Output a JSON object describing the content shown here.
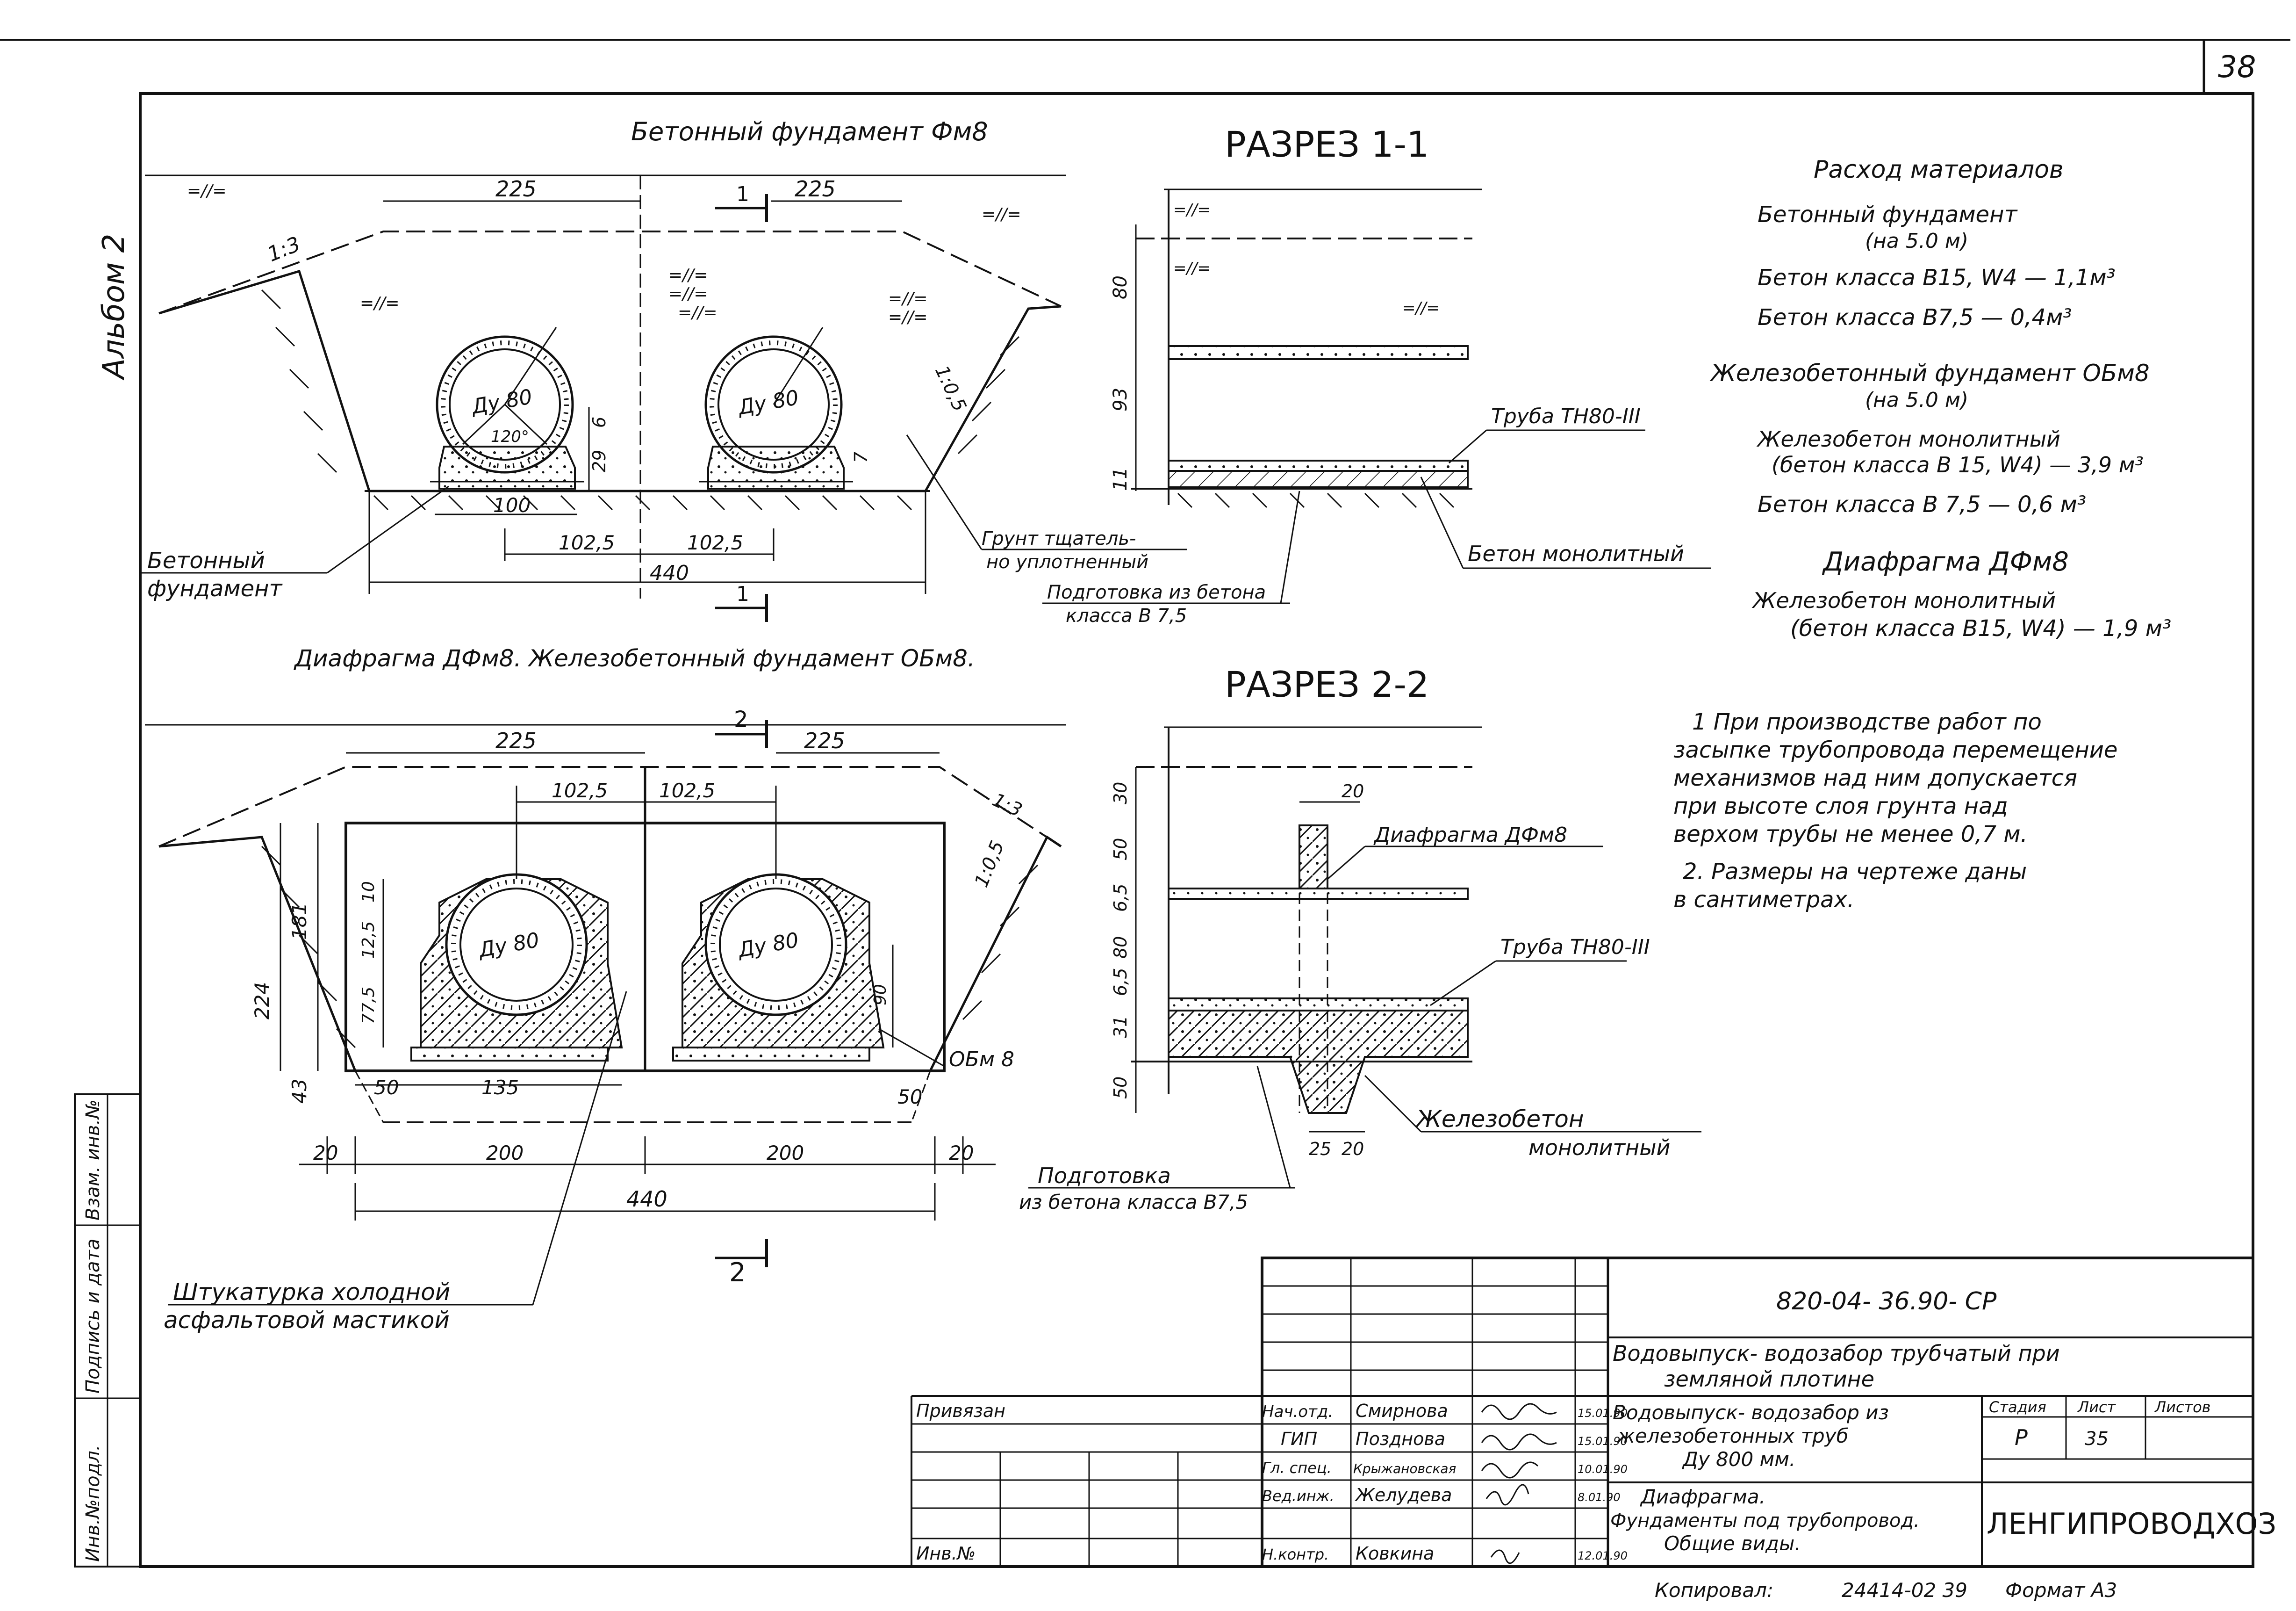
{
  "sheet": {
    "page_number": "38",
    "album": "Альбом 2"
  },
  "view1": {
    "title": "Бетонный фундамент Фм8",
    "dims": {
      "top_left": "225",
      "top_right": "225",
      "h1": "100",
      "h2": "102,5",
      "h3": "102,5",
      "total": "440",
      "d6": "6",
      "d29": "29",
      "d7": "7"
    },
    "slope_left": "1:3",
    "slope_right": "1:0,5",
    "pipe_label": "Ду 80",
    "angle": "120°",
    "section_mark": "1",
    "soil_marks": [
      "=//=",
      "=//=",
      "=//=",
      "=//=",
      "=//=",
      "=//=",
      "=//=",
      "=//="
    ],
    "callouts": {
      "concrete_foundation": [
        "Бетонный",
        "фундамент"
      ],
      "soil": [
        "Грунт тщатель-",
        "но уплотненный"
      ],
      "prep": [
        "Подготовка из бетона",
        "класса В 7,5"
      ]
    }
  },
  "view2": {
    "title": "Диафрагма ДФм8. Железобетонный фундамент ОБм8.",
    "dims": {
      "top_left": "225",
      "top_right": "225",
      "mid_left": "102,5",
      "mid_right": "102,5",
      "v224": "224",
      "v181": "181",
      "v43": "43",
      "v10": "10",
      "v125": "12,5",
      "v775": "77,5",
      "v90": "90",
      "b50": "50",
      "b135": "135",
      "b50r": "50",
      "s20l": "20",
      "s200l": "200",
      "s200r": "200",
      "s20r": "20",
      "total": "440"
    },
    "slope_right": "1:3",
    "slope_right2": "1:0,5",
    "pipe_label": "Ду 80",
    "foundation_label": "ОБм 8",
    "section_mark": "2",
    "callout": [
      "Штукатурка холодной",
      "асфальтовой мастикой"
    ]
  },
  "section1": {
    "title": "РАЗРЕЗ 1-1",
    "dims": [
      "80",
      "93",
      "11"
    ],
    "pipe_label": "Труба ТН80-III",
    "concrete_label": "Бетон монолитный"
  },
  "section2": {
    "title": "РАЗРЕЗ 2-2",
    "dims": [
      "30",
      "50",
      "6,5",
      "80",
      "6,5",
      "31",
      "50"
    ],
    "d20": "20",
    "b25": "25",
    "b20": "20",
    "diaphragm_label": "Диафрагма ДФм8",
    "pipe_label": "Труба ТН80-III",
    "rc_label": [
      "Железобетон",
      "монолитный"
    ],
    "prep_label": [
      "Подготовка",
      "из бетона класса В7,5"
    ]
  },
  "materials": {
    "title": "Расход материалов",
    "lines": [
      "Бетонный фундамент",
      "(на 5.0 м)",
      "Бетон класса В15, W4 —  1,1м³",
      "Бетон класса В7,5 —  0,4м³",
      "Железобетонный фундамент ОБм8",
      "(на 5.0 м)",
      "Железобетон монолитный",
      "(бетон класса В 15, W4) — 3,9 м³",
      "Бетон класса В 7,5 —  0,6 м³",
      "Диафрагма ДФм8",
      "Железобетон монолитный",
      "(бетон класса В15, W4) — 1,9 м³"
    ]
  },
  "notes": {
    "lines": [
      "1 При производстве работ по",
      "засыпке трубопровода перемещение",
      "механизмов над ним допускается",
      "при высоте слоя грунта над",
      "верхом трубы не менее 0,7 м.",
      "2. Размеры на чертеже даны",
      "в сантиметрах."
    ]
  },
  "side_stamp": [
    "Взам. инв.№",
    "Подпись и дата",
    "Инв.№подл."
  ],
  "title_block": {
    "code": "820-04- 36.90- СР",
    "project": [
      "Водовыпуск- водозабор трубчатый при",
      "земляной плотине"
    ],
    "part": [
      "Водовыпуск- водозабор из",
      "железобетонных труб",
      "Ду 800 мм."
    ],
    "sheet_title": [
      "Диафрагма.",
      "Фундаменты под трубопровод.",
      "Общие виды."
    ],
    "org": "ЛЕНГИПРОВОДХОЗ",
    "stage_hdr": "Стадия",
    "sheet_hdr": "Лист",
    "sheets_hdr": "Листов",
    "stage": "Р",
    "sheet": "35",
    "privyazan": "Привязан",
    "inv": "Инв.№",
    "people": [
      {
        "role": "Нач.отд.",
        "name": "Смирнова",
        "date": "15.01.90"
      },
      {
        "role": "ГИП",
        "name": "Позднова",
        "date": "15.01.90"
      },
      {
        "role": "Гл. спец.",
        "name": "Крыжановская",
        "date": "10.01.90"
      },
      {
        "role": "Вед.инж.",
        "name": "Желудева",
        "date": "8.01.90"
      },
      {
        "role": "Н.контр.",
        "name": "Ковкина",
        "date": "12.01.90"
      }
    ],
    "copied": "Копировал:",
    "copied_num": "24414-02 39",
    "format": "Формат А3"
  }
}
